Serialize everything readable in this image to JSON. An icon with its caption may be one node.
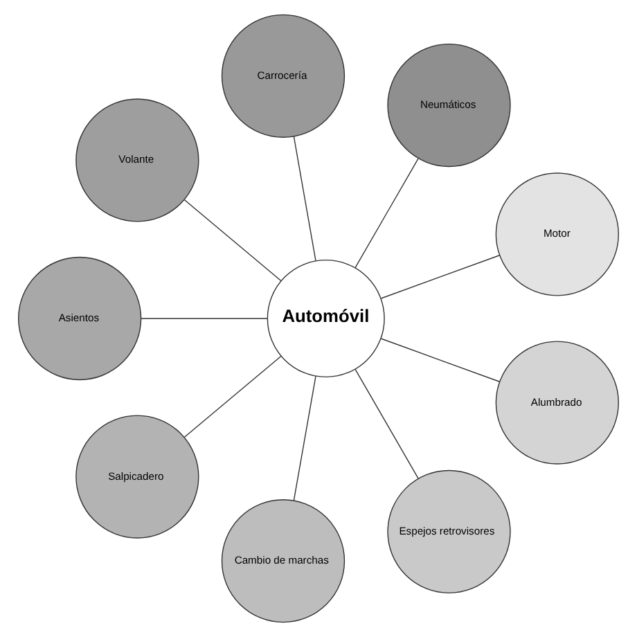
{
  "diagram": {
    "nodes": [
      {
        "text": [
          "Automóvil"
        ]
      },
      {
        "text": [
          "Motor"
        ]
      },
      {
        "text": [
          "Neumáticos"
        ]
      },
      {
        "text": [
          "Carrocería"
        ]
      },
      {
        "text": [
          "Volante"
        ]
      },
      {
        "text": [
          "Asientos"
        ]
      },
      {
        "text": [
          "Salpicadero"
        ]
      },
      {
        "text": [
          "Cambio de marchas"
        ]
      },
      {
        "text": [
          "Espejos retrovisores"
        ]
      },
      {
        "text": [
          "Alumbrado"
        ]
      }
    ],
    "edges": [
      {
        "from": 0,
        "to": 1,
        "arrow": "none"
      },
      {
        "from": 0,
        "to": 2,
        "arrow": "none"
      },
      {
        "from": 0,
        "to": 3,
        "arrow": "none"
      },
      {
        "from": 0,
        "to": 4,
        "arrow": "none"
      },
      {
        "from": 0,
        "to": 5,
        "arrow": "none"
      },
      {
        "from": 0,
        "to": 6,
        "arrow": "none"
      },
      {
        "from": 0,
        "to": 7,
        "arrow": "none"
      },
      {
        "from": 0,
        "to": 8,
        "arrow": "none"
      },
      {
        "from": 0,
        "to": 9,
        "arrow": "none"
      }
    ]
  }
}
